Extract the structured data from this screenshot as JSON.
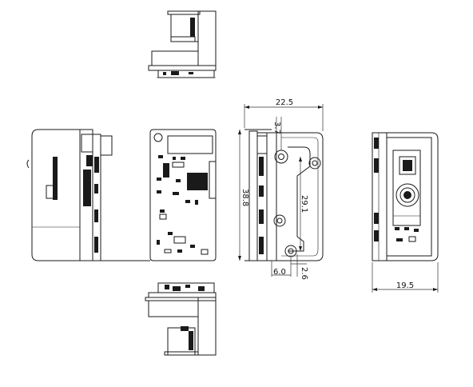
{
  "drawing": {
    "dimensions": {
      "overall_width": "22.5",
      "hole_offset": "3.7",
      "overall_height": "38.8",
      "hole_spacing_vertical": "29.1",
      "hole_offset_horizontal": "6.0",
      "hole_offset_bottom": "2.6",
      "depth": "19.5"
    }
  }
}
